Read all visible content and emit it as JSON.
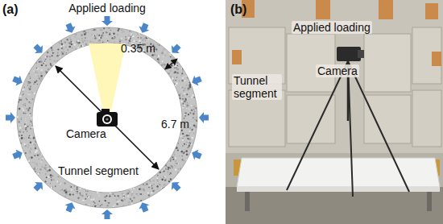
{
  "diagram": {
    "labels": [
      "(a)",
      "Applied loading",
      "0.35 m",
      "Camera",
      "6.7 m",
      "Tunnel segment",
      "(b)",
      "Applied loading",
      "Camera",
      "Tunnel segment"
    ]
  }
}
